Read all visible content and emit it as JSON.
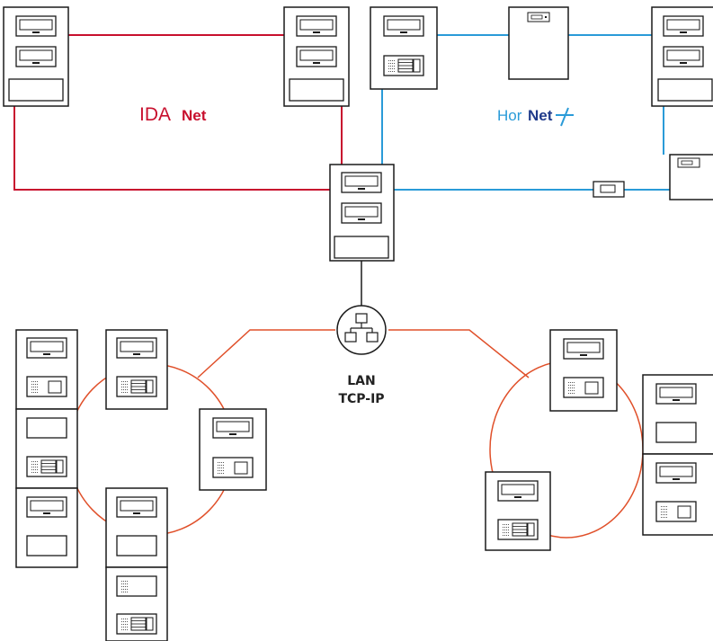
{
  "labels": {
    "idanet_prefix": "IDA",
    "idanet_suffix": "Net",
    "hornet_prefix": "Hor",
    "hornet_suffix": "Net",
    "lan_line1": "LAN",
    "lan_line2": "TCP-IP"
  },
  "colors": {
    "idanet": "#c8102e",
    "hornet": "#2a9bd8",
    "lan": "#e0502a",
    "outline": "#1a1a1a",
    "hornet_dark": "#1f3a8a"
  },
  "icons": {
    "switch": "network-switch-icon"
  }
}
